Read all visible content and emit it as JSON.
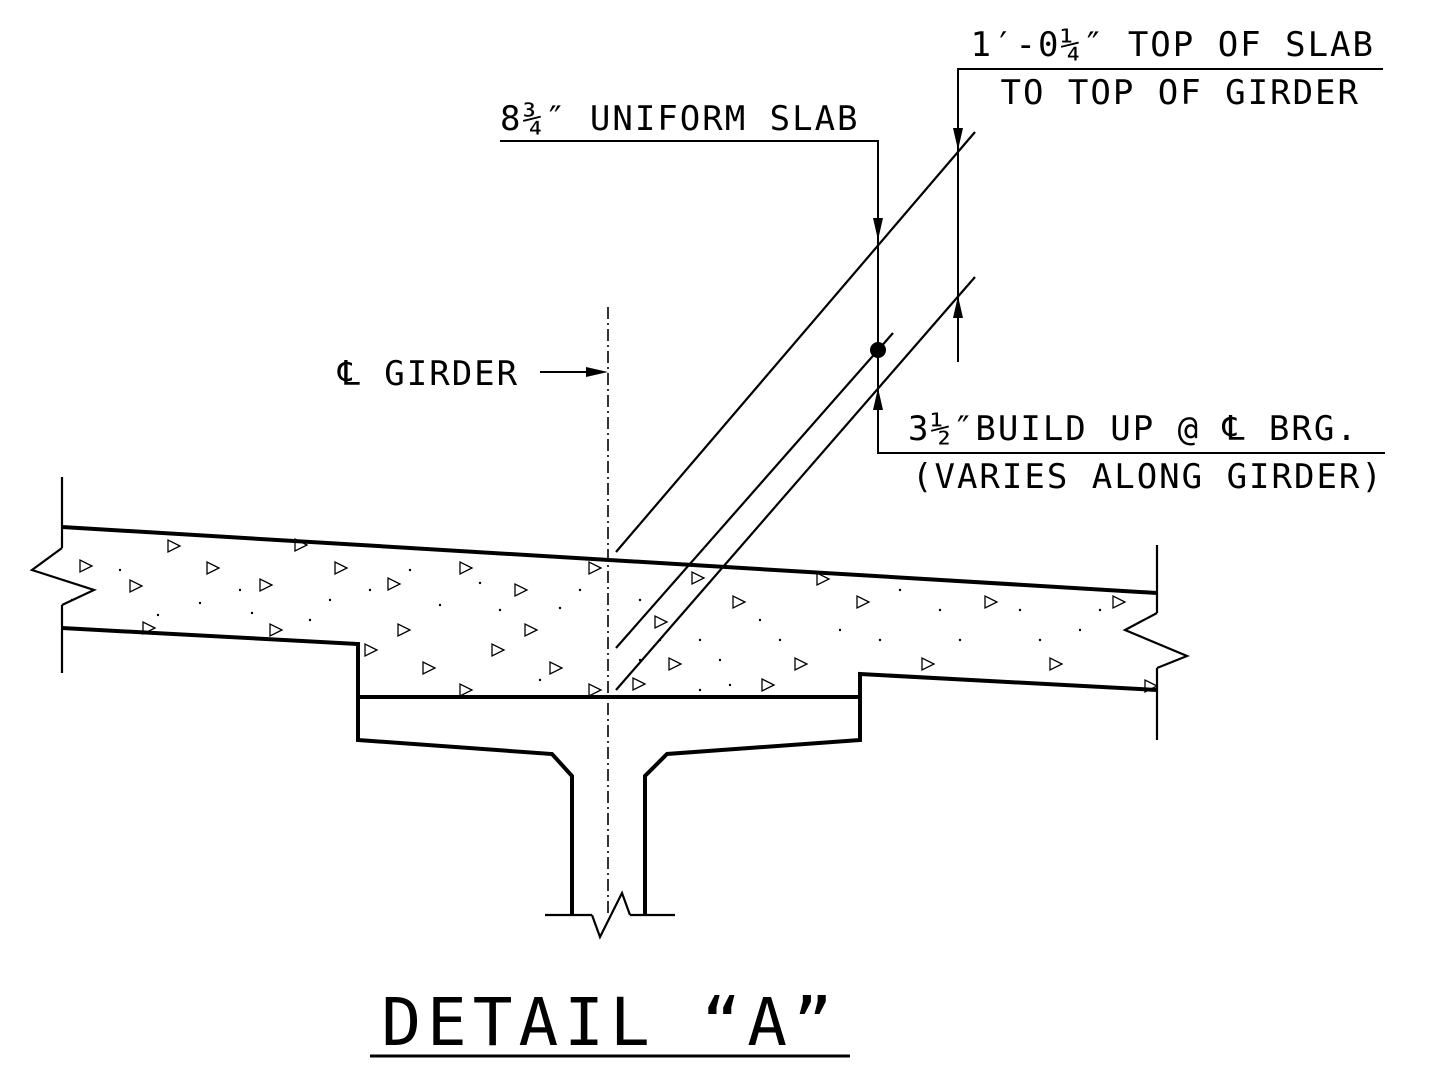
{
  "detail": {
    "title": "DETAIL “A”"
  },
  "annotations": {
    "top_slab_dim": {
      "line1": "1′-0¼″ TOP OF SLAB",
      "line2": "TO TOP OF GIRDER"
    },
    "uniform_slab": "8¾″ UNIFORM SLAB",
    "cl_girder": "℄ GIRDER",
    "build_up": {
      "line1": "3½″BUILD UP @ ℄ BRG.",
      "line2": "(VARIES ALONG GIRDER)"
    }
  },
  "colors": {
    "ink": "#000000",
    "paper": "#ffffff"
  },
  "icons": {
    "centerline_symbol": "centerline-icon",
    "arrow": "arrowhead-icon",
    "break_line": "break-line-icon"
  }
}
